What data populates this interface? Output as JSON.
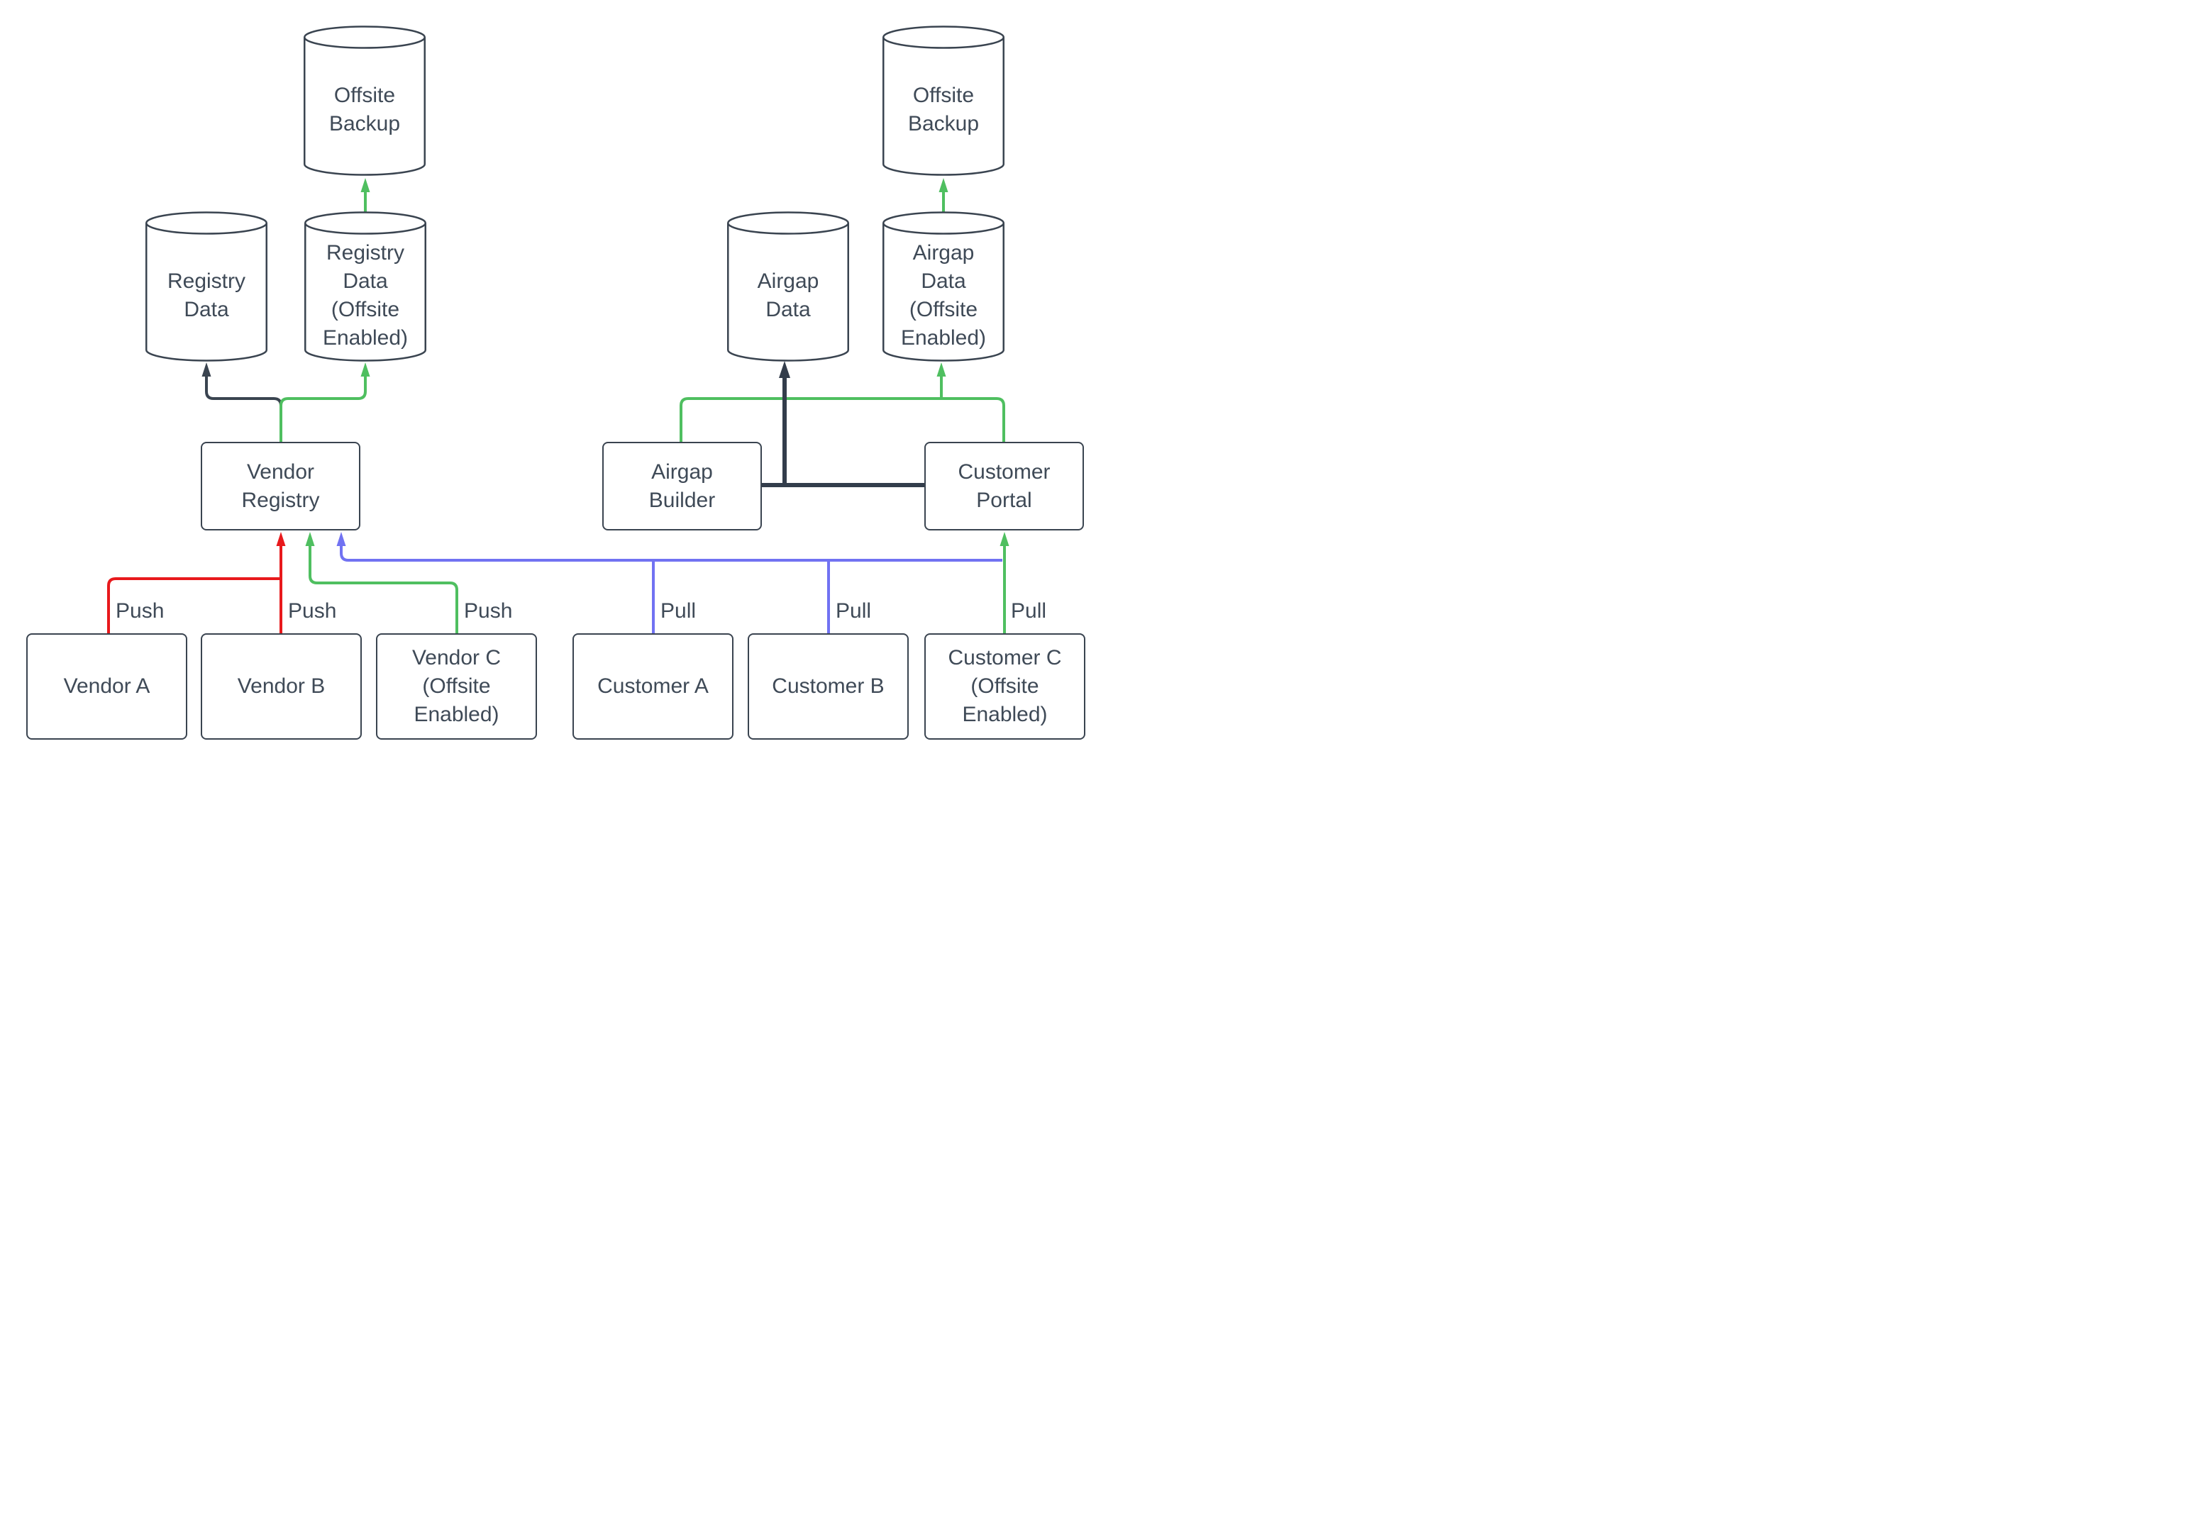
{
  "colors": {
    "dark": "#3a4450",
    "darker": "#333d4b",
    "red": "#e8191c",
    "green": "#4fbf60",
    "blue": "#7172f2",
    "text": "#3f4a57",
    "node_fill": "#ffffff",
    "canvas_bg": "#ffffff"
  },
  "nodes": {
    "offsite_backup_left": {
      "label": "Offsite\nBackup"
    },
    "offsite_backup_right": {
      "label": "Offsite\nBackup"
    },
    "registry_data": {
      "label": "Registry\nData"
    },
    "registry_data_offsite": {
      "label": "Registry\nData\n(Offsite\nEnabled)"
    },
    "airgap_data": {
      "label": "Airgap\nData"
    },
    "airgap_data_offsite": {
      "label": "Airgap\nData\n(Offsite\nEnabled)"
    },
    "vendor_registry": {
      "label": "Vendor\nRegistry"
    },
    "airgap_builder": {
      "label": "Airgap\nBuilder"
    },
    "customer_portal": {
      "label": "Customer\nPortal"
    },
    "vendor_a": {
      "label": "Vendor A"
    },
    "vendor_b": {
      "label": "Vendor B"
    },
    "vendor_c": {
      "label": "Vendor C\n(Offsite\nEnabled)"
    },
    "customer_a": {
      "label": "Customer A"
    },
    "customer_b": {
      "label": "Customer B"
    },
    "customer_c": {
      "label": "Customer C\n(Offsite\nEnabled)"
    }
  },
  "edges": {
    "push_a": {
      "label": "Push"
    },
    "push_b": {
      "label": "Push"
    },
    "push_c": {
      "label": "Push"
    },
    "pull_a": {
      "label": "Pull"
    },
    "pull_b": {
      "label": "Pull"
    },
    "pull_c": {
      "label": "Pull"
    }
  }
}
